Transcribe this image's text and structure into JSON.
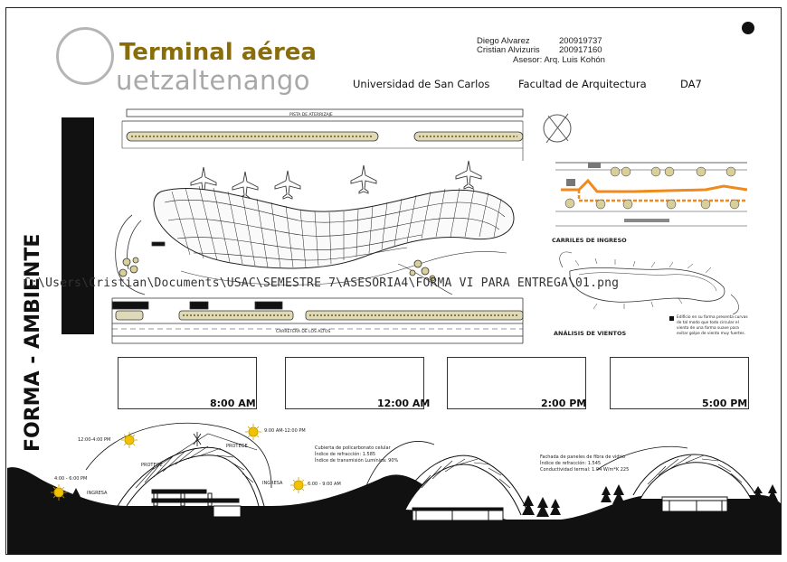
{
  "header": {
    "title_line1": "Terminal aérea",
    "title_line2": "uetzaltenango",
    "student1_name": "Diego Alvarez",
    "student1_id": "200919737",
    "student2_name": "Cristian Alvizuris",
    "student2_id": "200917160",
    "advisor": "Asesor: Arq. Luis Kohón",
    "university": "Universidad de San Carlos",
    "faculty": "Facultad de Arquitectura",
    "course": "DA7"
  },
  "sidebar": {
    "title": "FORMA - AMBIENTE"
  },
  "overlay_path": "C:\\Users\\Cristian\\Documents\\USAC\\SEMESTRE 7\\ASESORIA4\\FORMA VI PARA ENTREGA\\01.png",
  "plan": {
    "top_strip_label": "PISTA DE ATERRIZAJE",
    "bottom_road_label": "CARRETERA DE LOS ALTOS"
  },
  "diagrams": {
    "entry_lanes_caption": "CARRILES DE INGRESO",
    "wind_caption": "ANÁLISIS DE VIENTOS",
    "wind_note": "Edificio en su forma presenta curvas de tal modo que todo circular el viento de una forma suave para evitar golpe de viento muy fuertes."
  },
  "times": [
    "8:00 AM",
    "12:00 AM",
    "2:00 PM",
    "5:00 PM"
  ],
  "section": {
    "sun_labels": [
      "12:00-4:00 PM",
      "9:00 AM-12:00 PM",
      "4:00 - 6:00 PM",
      "6:00 - 9:00 AM"
    ],
    "protege_1": "PROTEGE",
    "protege_2": "PROTEGE",
    "ingresa_1": "INGRESA",
    "ingresa_2": "INGRESA",
    "note1_line1": "Cubierta de policarbonato celular",
    "note1_line2": "Índice de refracción: 1.585",
    "note1_line3": "Índice de transmisión Lumínica: 90%",
    "note2_line1": "Fachada de paneles de fibra de vidrio",
    "note2_line2": "Índice de refracción: 1.545",
    "note2_line3": "Conductividad termal: 1.04 W/m*K 225"
  }
}
